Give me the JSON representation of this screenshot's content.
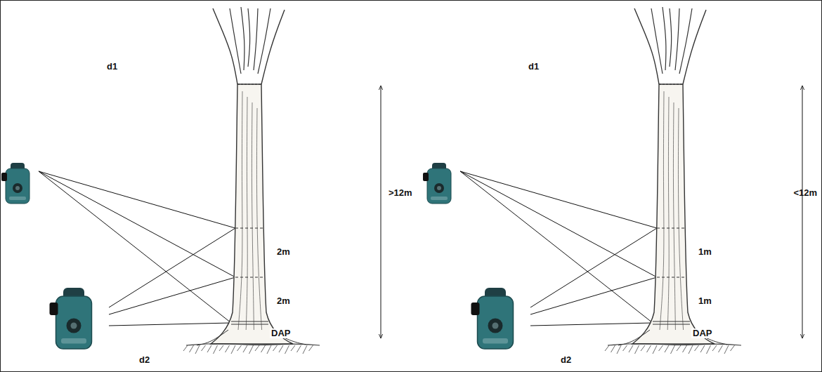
{
  "diagram": {
    "labels": [
      "d1",
      ">12m",
      "2m",
      "2m",
      "DAP",
      "d2",
      "d1",
      "<12m",
      "1m",
      "1m",
      "DAP",
      "d2"
    ]
  }
}
